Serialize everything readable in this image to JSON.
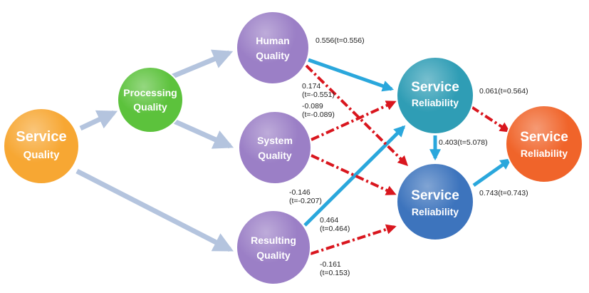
{
  "nodes": {
    "service_quality": {
      "line1": "Service",
      "line2": "Quality",
      "color": "#f7a733"
    },
    "processing_quality": {
      "line1": "Processing",
      "line2": "Quality",
      "color": "#5cc23c"
    },
    "human_quality": {
      "line1": "Human",
      "line2": "Quality",
      "color": "#9b7fc6"
    },
    "system_quality": {
      "line1": "System",
      "line2": "Quality",
      "color": "#9b7fc6"
    },
    "resulting_quality": {
      "line1": "Resulting",
      "line2": "Quality",
      "color": "#9b7fc6"
    },
    "service_reliability_top": {
      "line1": "Service",
      "line2": "Reliability",
      "color": "#2f9db5"
    },
    "service_reliability_bottom": {
      "line1": "Service",
      "line2": "Reliability",
      "color": "#3d74bd"
    },
    "service_reliability_final": {
      "line1": "Service",
      "line2": "Reliability",
      "color": "#f0642a"
    }
  },
  "labels": {
    "human_to_top": "0.556(t=0.556)",
    "human_to_bottom_1": "0.174",
    "human_to_bottom_2": "(t=-0.551)",
    "system_to_top_1": "-0.089",
    "system_to_top_2": "(t=-0.089)",
    "system_to_bottom_1": "-0.146",
    "system_to_bottom_2": "(t=-0.207)",
    "resulting_to_top_1": "0.464",
    "resulting_to_top_2": "(t=0.464)",
    "resulting_to_bottom_1": "-0.161",
    "resulting_to_bottom_2": "(t=0.153)",
    "top_to_final": "0.061(t=0.564)",
    "top_to_bottom": "0.403(t=5.078)",
    "bottom_to_final": "0.743(t=0.743)"
  },
  "colors": {
    "structural_arrow": "#b4c4de",
    "significant_path": "#2aa7dc",
    "nonsignificant_path": "#d9161e"
  }
}
